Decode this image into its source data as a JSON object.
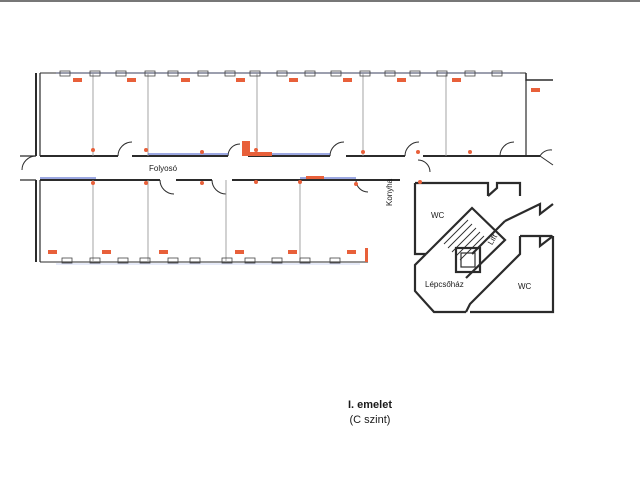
{
  "labels": {
    "corridor": "Folyosó",
    "kitchen": "Konyha",
    "wc_upper": "WC",
    "lift": "Lift",
    "stairwell": "Lépcsőház",
    "wc_lower": "WC"
  },
  "title": {
    "line1": "I. emelet",
    "line2": "(C szint)"
  },
  "colors": {
    "wall": "#2b2b2b",
    "thin_wall": "#9a9a9a",
    "marker": "#e8603a",
    "blue_line": "#5a6fd0"
  }
}
